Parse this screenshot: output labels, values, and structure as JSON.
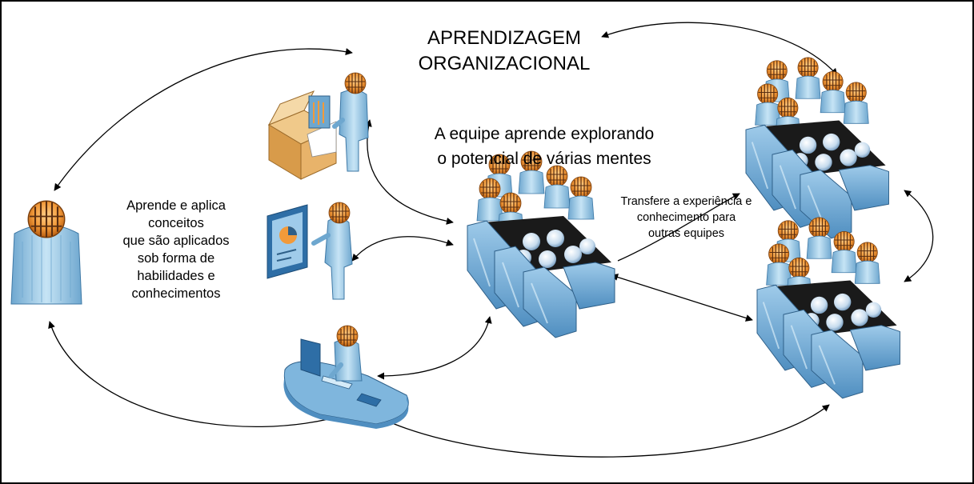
{
  "title_line1": "APRENDIZAGEM",
  "title_line2": "ORGANIZACIONAL",
  "team_caption": [
    "A equipe aprende explorando",
    "o potencial de várias mentes"
  ],
  "individual_caption": [
    "Aprende e aplica",
    "conceitos",
    "que são aplicados",
    "sob forma de",
    "habilidades e",
    "conhecimentos"
  ],
  "transfer_caption": [
    "Transfere a experiência e",
    "conhecimento para",
    "outras equipes"
  ],
  "colors": {
    "person_body": "#a9d4ee",
    "person_shade": "#6ea7cf",
    "head": "#f29a3a",
    "head_stripes": "#5a2e10",
    "table_top": "#1a1a1a",
    "furniture": "#7fb6dd",
    "arrows": "#000000"
  },
  "icons": [
    "individual-person-icon",
    "packaging-worker-icon",
    "presenter-icon",
    "desk-worker-icon",
    "central-team-icon",
    "team-top-right-icon",
    "team-bottom-right-icon"
  ]
}
